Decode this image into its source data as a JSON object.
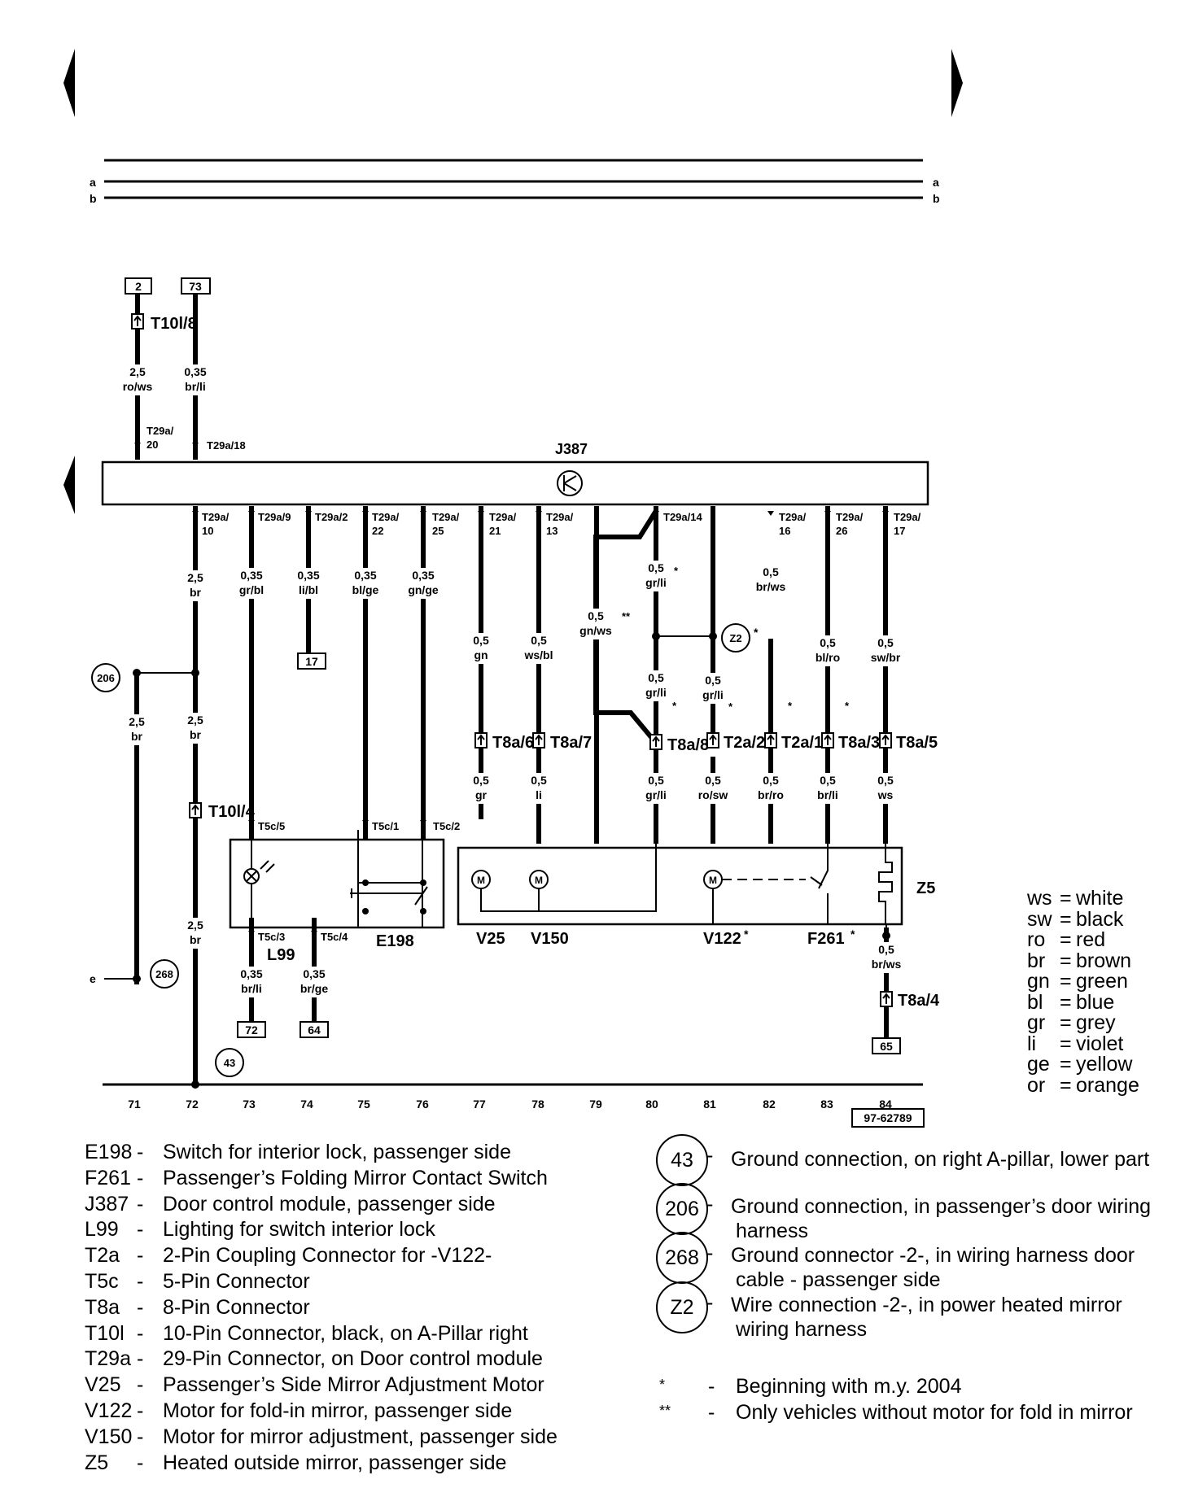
{
  "diagram": {
    "rail_a": "a",
    "rail_b": "b",
    "ext_e": "e",
    "module": "J387",
    "doc_number": "97-62789",
    "positions": [
      "71",
      "72",
      "73",
      "74",
      "75",
      "76",
      "77",
      "78",
      "79",
      "80",
      "81",
      "82",
      "83",
      "84"
    ],
    "refs": {
      "r2": "2",
      "r73": "73",
      "r17": "17",
      "r72": "72",
      "r64": "64",
      "r65": "65"
    },
    "grounds": {
      "g206": "206",
      "g268": "268",
      "g43": "43",
      "gz2": "Z2"
    },
    "connectors": {
      "t10l8": "T10l/8",
      "t10l4": "T10l/4",
      "t29a20": "T29a/\n20",
      "t29a18": "T29a/18",
      "t29a10": "T29a/\n10",
      "t29a9": "T29a/9",
      "t29a2": "T29a/2",
      "t29a22": "T29a/\n22",
      "t29a25": "T29a/\n25",
      "t29a21": "T29a/\n21",
      "t29a13": "T29a/\n13",
      "t29a14": "T29a/14",
      "t29a16": "T29a/\n16",
      "t29a26": "T29a/\n26",
      "t29a17": "T29a/\n17",
      "t5c5": "T5c/5",
      "t5c1": "T5c/1",
      "t5c2": "T5c/2",
      "t5c3": "T5c/3",
      "t5c4": "T5c/4",
      "t8a6": "T8a/6",
      "t8a7": "T8a/7",
      "t8a8": "T8a/8",
      "t2a2": "T2a/2",
      "t2a1": "T2a/1",
      "t8a3": "T8a/3",
      "t8a5": "T8a/5",
      "t8a4": "T8a/4"
    },
    "components": {
      "l99": "L99",
      "e198": "E198",
      "v25": "V25",
      "v150": "V150",
      "v122": "V122",
      "f261": "F261",
      "z5": "Z5",
      "motor": "M"
    },
    "wires": {
      "w1": "2,5\nro/ws",
      "w2": "0,35\nbr/li",
      "w3": "2,5\nbr",
      "w4": "2,5\nbr",
      "w5": "2,5\nbr",
      "w6": "2,5\nbr",
      "w7": "0,35\ngr/bl",
      "w8": "0,35\nli/bl",
      "w9": "0,35\nbl/ge",
      "w10": "0,35\ngn/ge",
      "w11": "0,35\nbr/li",
      "w12": "0,35\nbr/ge",
      "w13": "0,5\ngn",
      "w14": "0,5\nws/bl",
      "w15": "0,5\ngr/li",
      "w16": "0,5\ngn/ws",
      "w17": "0,5\ngr/li",
      "w18": "0,5\ngr/li",
      "w19": "0,5\nbr/ws",
      "w20": "0,5\nbl/ro",
      "w21": "0,5\nsw/br",
      "w22": "0,5\ngr",
      "w23": "0,5\nli",
      "w24": "0,5\ngr/li",
      "w25": "0,5\nro/sw",
      "w26": "0,5\nbr/ro",
      "w27": "0,5\nbr/li",
      "w28": "0,5\nws",
      "w29": "0,5\nbr/ws"
    },
    "marks": {
      "star": "*",
      "dstar": "**"
    }
  },
  "color_key": [
    {
      "code": "ws",
      "name": "white"
    },
    {
      "code": "sw",
      "name": "black"
    },
    {
      "code": "ro",
      "name": "red"
    },
    {
      "code": "br",
      "name": "brown"
    },
    {
      "code": "gn",
      "name": "green"
    },
    {
      "code": "bl",
      "name": "blue"
    },
    {
      "code": "gr",
      "name": "grey"
    },
    {
      "code": "li",
      "name": "violet"
    },
    {
      "code": "ge",
      "name": "yellow"
    },
    {
      "code": "or",
      "name": "orange"
    }
  ],
  "legend": [
    {
      "code": "E198",
      "desc": "Switch for interior lock, passenger side"
    },
    {
      "code": "F261",
      "desc": "Passenger’s Folding Mirror Contact Switch"
    },
    {
      "code": "J387",
      "desc": "Door control module, passenger side"
    },
    {
      "code": "L99",
      "desc": "Lighting for switch interior lock"
    },
    {
      "code": "T2a",
      "desc": "2-Pin Coupling Connector for -V122-"
    },
    {
      "code": "T5c",
      "desc": "5-Pin Connector"
    },
    {
      "code": "T8a",
      "desc": "8-Pin Connector"
    },
    {
      "code": "T10l",
      "desc": "10-Pin Connector, black, on A-Pillar right"
    },
    {
      "code": "T29a",
      "desc": "29-Pin Connector, on Door control module"
    },
    {
      "code": "V25",
      "desc": "Passenger’s Side Mirror Adjustment Motor"
    },
    {
      "code": "V122",
      "desc": "Motor for fold-in mirror, passenger side"
    },
    {
      "code": "V150",
      "desc": "Motor for mirror adjustment, passenger side"
    },
    {
      "code": "Z5",
      "desc": "Heated outside mirror, passenger side"
    }
  ],
  "ground_legend": [
    {
      "id": "43",
      "line1": "Ground connection, on right A-pillar, lower part",
      "line2": ""
    },
    {
      "id": "206",
      "line1": "Ground connection, in passenger’s door wiring",
      "line2": "harness"
    },
    {
      "id": "268",
      "line1": "Ground connector -2-, in wiring harness door",
      "line2": "cable - passenger side"
    },
    {
      "id": "Z2",
      "line1": "Wire connection -2-, in power heated mirror",
      "line2": "wiring harness"
    }
  ],
  "notes": [
    {
      "mark": "*",
      "text": "Beginning with m.y. 2004"
    },
    {
      "mark": "**",
      "text": "Only vehicles  without motor for fold in mirror"
    }
  ]
}
